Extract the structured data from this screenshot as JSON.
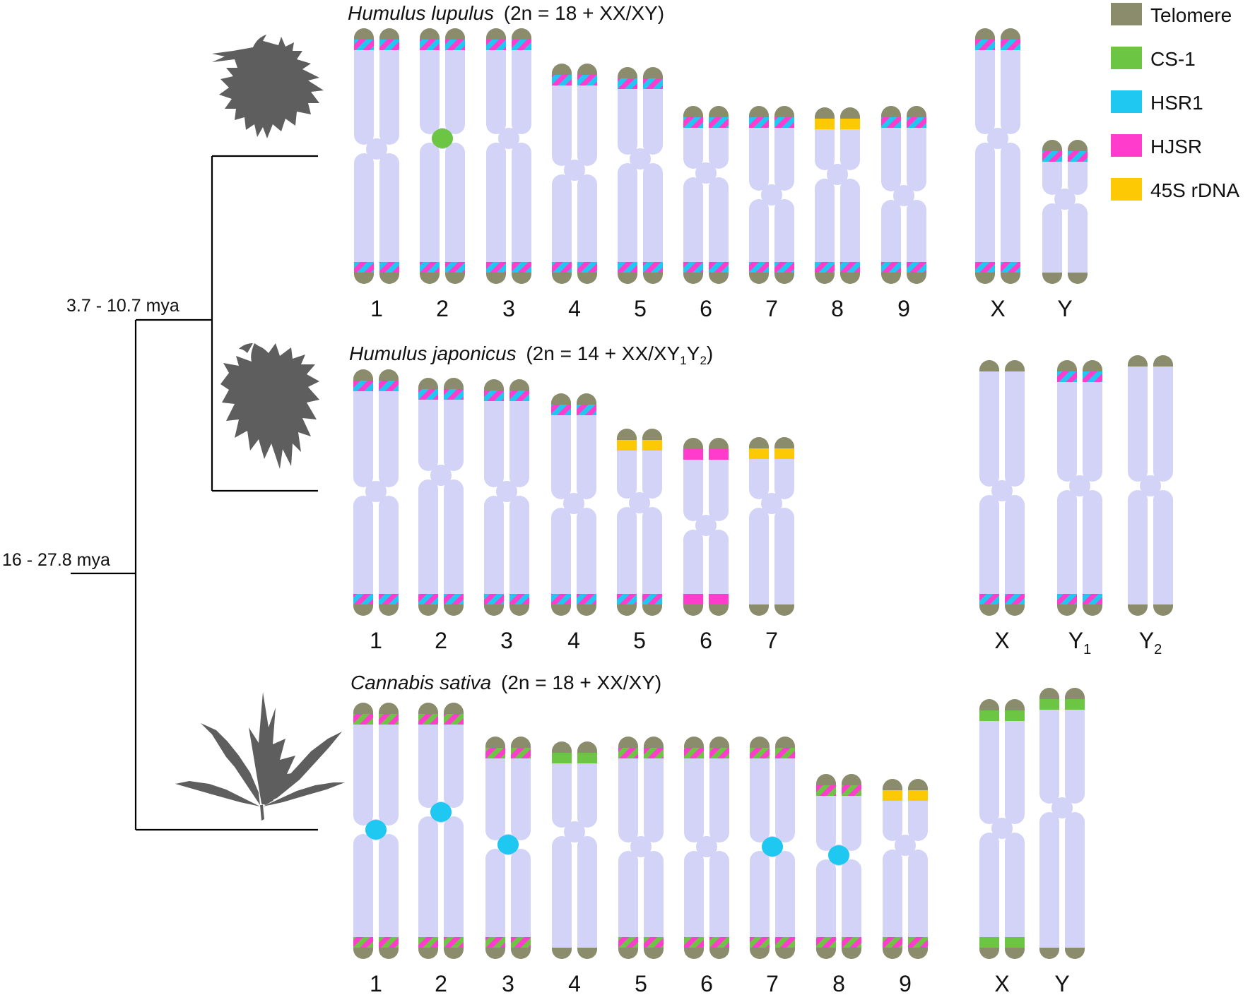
{
  "colors": {
    "chromosome": "#d3d3f7",
    "telomere": "#8a8c6c",
    "cs1": "#6cc644",
    "hsr1": "#1fc8f0",
    "hjsr": "#ff3ccc",
    "rdna45s": "#fdc804",
    "tree": "#000000",
    "leaf": "#5e5e5e"
  },
  "legend": [
    {
      "key": "telomere",
      "label": "Telomere"
    },
    {
      "key": "cs1",
      "label": "CS-1"
    },
    {
      "key": "hsr1",
      "label": "HSR1"
    },
    {
      "key": "hjsr",
      "label": "HJSR"
    },
    {
      "key": "rdna45s",
      "label": "45S rDNA"
    }
  ],
  "tree": {
    "node_upper_label": "3.7 - 10.7 mya",
    "node_root_label": "16 - 27.8 mya"
  },
  "species": [
    {
      "name": "Humulus lupulus",
      "formula": "(2n = 18 + XX/XY)",
      "leaf_icon": "hop-leaf-icon",
      "chromosomes": [
        {
          "label": "1",
          "sub": "",
          "top": "hsr1-hjsr",
          "bottom": "hsr1-hjsr",
          "cen": ""
        },
        {
          "label": "2",
          "sub": "",
          "top": "hsr1-hjsr",
          "bottom": "hsr1-hjsr",
          "cen": "cs1"
        },
        {
          "label": "3",
          "sub": "",
          "top": "hsr1-hjsr",
          "bottom": "hsr1-hjsr",
          "cen": ""
        },
        {
          "label": "4",
          "sub": "",
          "top": "hsr1-hjsr",
          "bottom": "hsr1-hjsr",
          "cen": ""
        },
        {
          "label": "5",
          "sub": "",
          "top": "hsr1-hjsr",
          "bottom": "hsr1-hjsr",
          "cen": ""
        },
        {
          "label": "6",
          "sub": "",
          "top": "hsr1-hjsr",
          "bottom": "hsr1-hjsr",
          "cen": ""
        },
        {
          "label": "7",
          "sub": "",
          "top": "hsr1-hjsr",
          "bottom": "hsr1-hjsr",
          "cen": ""
        },
        {
          "label": "8",
          "sub": "",
          "top": "rdna45s",
          "bottom": "hsr1-hjsr",
          "cen": ""
        },
        {
          "label": "9",
          "sub": "",
          "top": "hsr1-hjsr",
          "bottom": "hsr1-hjsr",
          "cen": ""
        },
        {
          "label": "X",
          "sub": "",
          "top": "hsr1-hjsr",
          "bottom": "hsr1-hjsr",
          "cen": ""
        },
        {
          "label": "Y",
          "sub": "",
          "top": "hsr1-hjsr",
          "bottom": "",
          "cen": ""
        }
      ]
    },
    {
      "name": "Humulus japonicus",
      "formula_pre": "(2n = 14 + XX/XY",
      "formula_sub1": "1",
      "formula_mid": "Y",
      "formula_sub2": "2",
      "formula_post": ")",
      "leaf_icon": "japanese-hop-leaf-icon",
      "chromosomes": [
        {
          "label": "1",
          "sub": "",
          "top": "hsr1-hjsr",
          "bottom": "hsr1-hjsr",
          "cen": ""
        },
        {
          "label": "2",
          "sub": "",
          "top": "hsr1-hjsr",
          "bottom": "hsr1-hjsr",
          "cen": ""
        },
        {
          "label": "3",
          "sub": "",
          "top": "hsr1-hjsr",
          "bottom": "hsr1-hjsr",
          "cen": ""
        },
        {
          "label": "4",
          "sub": "",
          "top": "hsr1-hjsr",
          "bottom": "hsr1-hjsr",
          "cen": ""
        },
        {
          "label": "5",
          "sub": "",
          "top": "rdna45s",
          "bottom": "hsr1-hjsr",
          "cen": ""
        },
        {
          "label": "6",
          "sub": "",
          "top": "hjsr",
          "bottom": "hjsr",
          "cen": ""
        },
        {
          "label": "7",
          "sub": "",
          "top": "rdna45s",
          "bottom": "",
          "cen": ""
        },
        {
          "label": "X",
          "sub": "",
          "top": "",
          "bottom": "hsr1-hjsr",
          "cen": ""
        },
        {
          "label": "Y",
          "sub": "1",
          "top": "hsr1-hjsr",
          "bottom": "hsr1-hjsr",
          "cen": ""
        },
        {
          "label": "Y",
          "sub": "2",
          "top": "",
          "bottom": "",
          "cen": ""
        }
      ]
    },
    {
      "name": "Cannabis sativa",
      "formula": "(2n = 18 + XX/XY)",
      "leaf_icon": "cannabis-leaf-icon",
      "chromosomes": [
        {
          "label": "1",
          "sub": "",
          "top": "cs1-hjsr",
          "bottom": "cs1-hjsr",
          "cen": "hsr1"
        },
        {
          "label": "2",
          "sub": "",
          "top": "cs1-hjsr",
          "bottom": "cs1-hjsr",
          "cen": "hsr1"
        },
        {
          "label": "3",
          "sub": "",
          "top": "cs1-hjsr",
          "bottom": "cs1-hjsr",
          "cen": "hsr1"
        },
        {
          "label": "4",
          "sub": "",
          "top": "cs1",
          "bottom": "",
          "cen": ""
        },
        {
          "label": "5",
          "sub": "",
          "top": "cs1-hjsr",
          "bottom": "cs1-hjsr",
          "cen": ""
        },
        {
          "label": "6",
          "sub": "",
          "top": "cs1-hjsr",
          "bottom": "cs1-hjsr",
          "cen": ""
        },
        {
          "label": "7",
          "sub": "",
          "top": "cs1-hjsr",
          "bottom": "cs1-hjsr",
          "cen": "hsr1"
        },
        {
          "label": "8",
          "sub": "",
          "top": "cs1-hjsr",
          "bottom": "cs1-hjsr",
          "cen": "hsr1"
        },
        {
          "label": "9",
          "sub": "",
          "top": "rdna45s",
          "bottom": "cs1-hjsr",
          "cen": ""
        },
        {
          "label": "X",
          "sub": "",
          "top": "cs1",
          "bottom": "cs1",
          "cen": ""
        },
        {
          "label": "Y",
          "sub": "",
          "top": "cs1",
          "bottom": "",
          "cen": ""
        }
      ]
    }
  ]
}
